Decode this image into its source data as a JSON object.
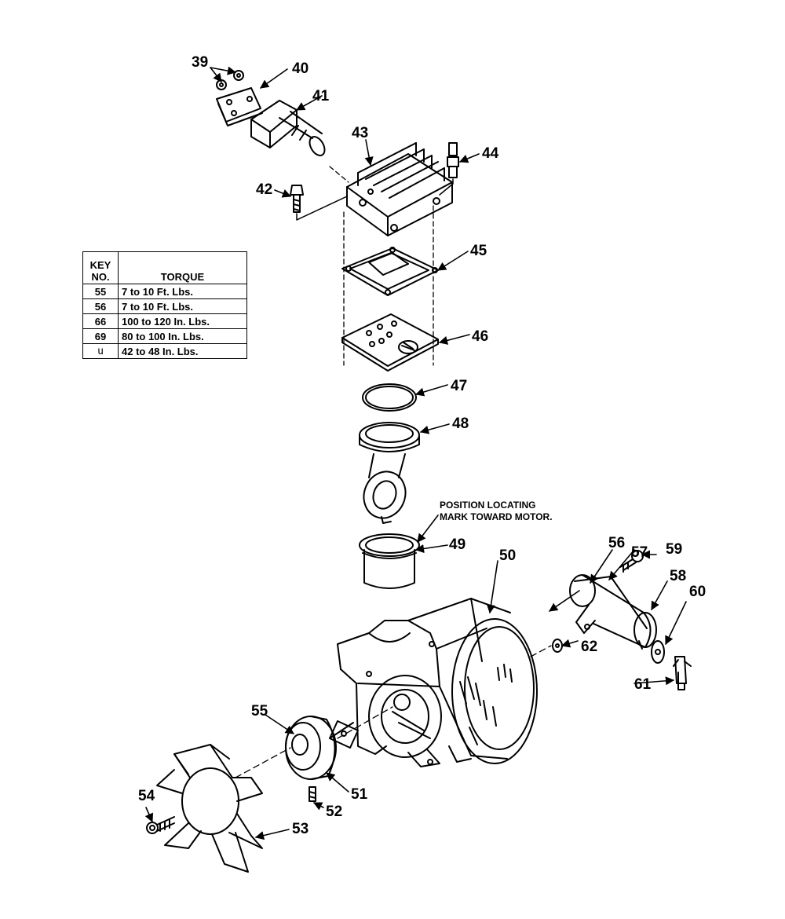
{
  "torque_table": {
    "header_key_line1": "KEY",
    "header_key_line2": "NO.",
    "header_torque": "TORQUE",
    "rows": [
      {
        "key": "55",
        "torque": "7 to 10 Ft. Lbs."
      },
      {
        "key": "56",
        "torque": "7 to 10 Ft. Lbs."
      },
      {
        "key": "66",
        "torque": "100 to 120 In. Lbs."
      },
      {
        "key": "69",
        "torque": "80 to 100 In. Lbs."
      },
      {
        "key": "u",
        "torque": "42 to 48 In. Lbs."
      }
    ]
  },
  "note": {
    "line1": "POSITION LOCATING",
    "line2": "MARK TOWARD MOTOR."
  },
  "callouts": {
    "c39": "39",
    "c40": "40",
    "c41": "41",
    "c42": "42",
    "c43": "43",
    "c44": "44",
    "c45": "45",
    "c46": "46",
    "c47": "47",
    "c48": "48",
    "c49": "49",
    "c50": "50",
    "c51": "51",
    "c52": "52",
    "c53": "53",
    "c54": "54",
    "c55": "55",
    "c56": "56",
    "c57": "57",
    "c58": "58",
    "c59": "59",
    "c60": "60",
    "c61": "61",
    "c62": "62"
  }
}
